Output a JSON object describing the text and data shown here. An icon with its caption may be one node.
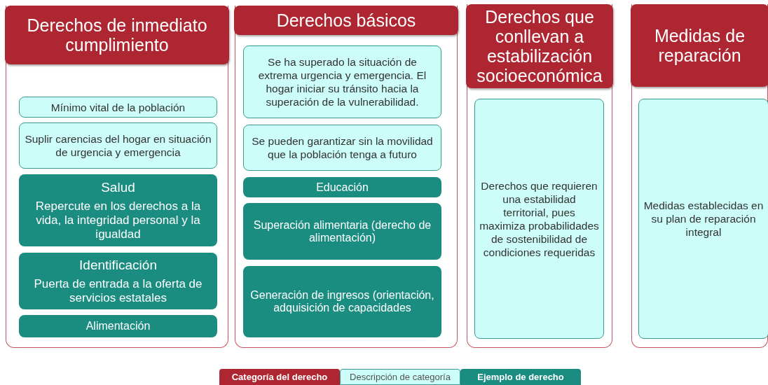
{
  "diagram": {
    "nodes": [
      {
        "text": [
          "Derechos de inmediato cumplimiento"
        ]
      },
      {
        "text": [
          "Mínimo vital de la población"
        ],
        "in": 0
      },
      {
        "text": [
          "Suplir carencias del hogar en situación de urgencia y emergencia"
        ],
        "in": 0
      },
      {
        "text": [
          "Salud",
          "Repercute en los derechos a la vida, la integridad personal y la igualdad"
        ],
        "in": 0
      },
      {
        "text": [
          "Identificación",
          "Puerta de entrada a la oferta de servicios estatales"
        ],
        "in": 0
      },
      {
        "text": [
          "Alimentación"
        ],
        "in": 0
      },
      {
        "text": [
          "Derechos básicos"
        ]
      },
      {
        "text": [
          "Se ha superado la situación de extrema urgencia y emergencia. El hogar iniciar su tránsito hacia la superación de la vulnerabilidad."
        ],
        "in": 6
      },
      {
        "text": [
          "Se pueden garantizar sin la movilidad que la población tenga a futuro"
        ],
        "in": 6
      },
      {
        "text": [
          "Educación"
        ],
        "in": 6
      },
      {
        "text": [
          "Superación alimentaria (derecho de alimentación)"
        ],
        "in": 6
      },
      {
        "text": [
          "Generación de ingresos (orientación, adquisición de capacidades"
        ],
        "in": 6
      },
      {
        "text": [
          "Derechos que conllevan a estabilización socioeconómica"
        ]
      },
      {
        "text": [
          "Derechos que requieren una estabilidad territorial, pues maximiza probabilidades de sostenibilidad de condiciones requeridas"
        ],
        "in": 12
      },
      {
        "text": [
          "Medidas de reparación"
        ]
      },
      {
        "text": [
          "Medidas establecidas en su plan de reparación integral"
        ],
        "in": 14
      }
    ],
    "edges": [],
    "legend": [
      {
        "text": "Categoría del derecho",
        "color": "#ad2631"
      },
      {
        "text": "Descripción de categoría",
        "color": "#ccfdf8"
      },
      {
        "text": "Ejemplo de derecho",
        "color": "#1a8c80"
      }
    ]
  }
}
